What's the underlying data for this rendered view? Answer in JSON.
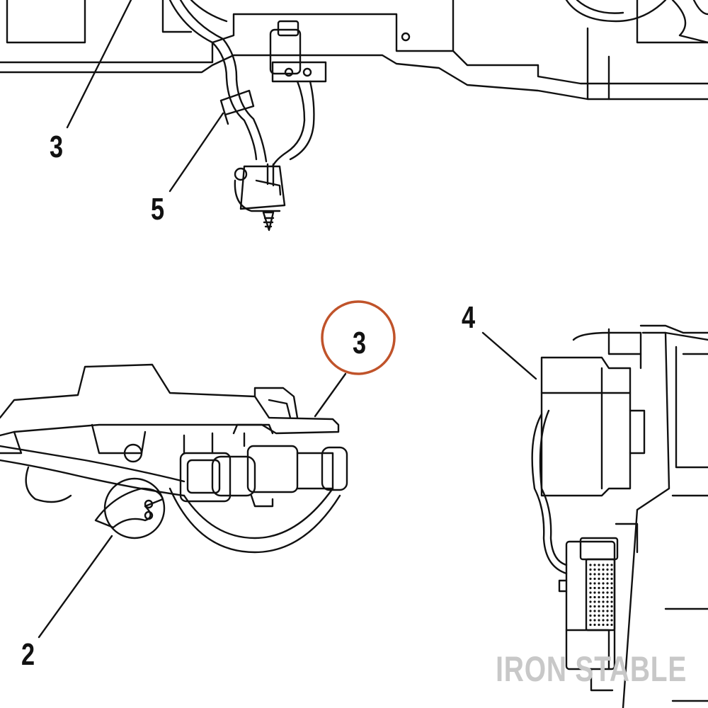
{
  "diagram": {
    "callouts": [
      {
        "id": "top-left-3",
        "label": "3"
      },
      {
        "id": "top-5",
        "label": "5"
      },
      {
        "id": "highlighted-3",
        "label": "3"
      },
      {
        "id": "right-4",
        "label": "4"
      },
      {
        "id": "bottom-2",
        "label": "2"
      }
    ],
    "highlight_color": "#c0532a",
    "line_color": "#111111",
    "watermark": "IRON STABLE"
  }
}
